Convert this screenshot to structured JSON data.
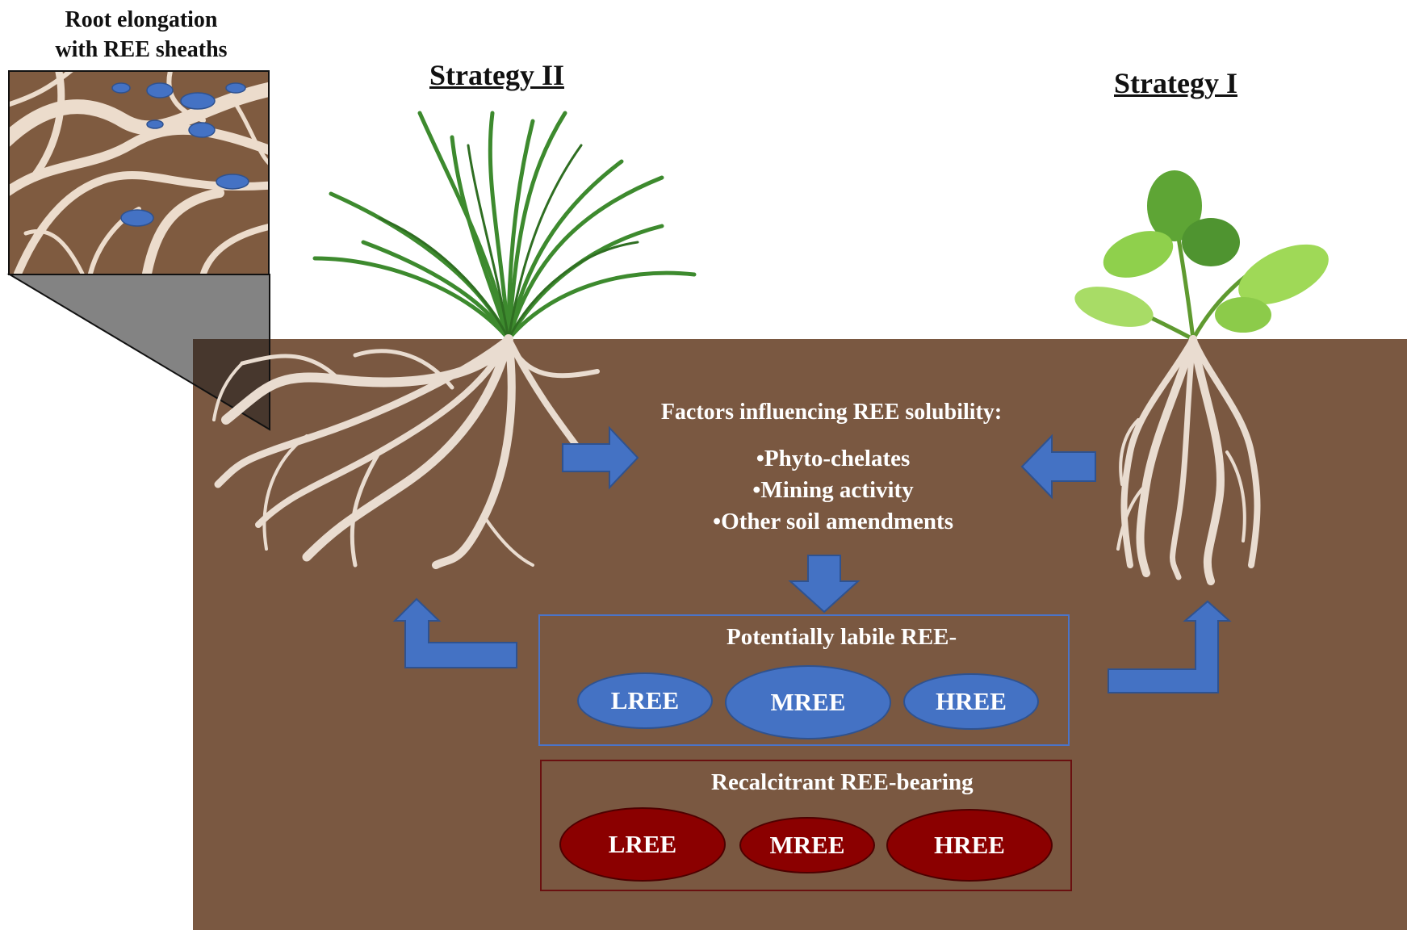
{
  "inset": {
    "title_line1": "Root elongation",
    "title_line2": "with REE sheaths"
  },
  "strategies": {
    "left_title": "Strategy II",
    "right_title": "Strategy I"
  },
  "factors": {
    "title": "Factors influencing REE solubility:",
    "items": [
      "•Phyto-chelates",
      "•Mining activity",
      "•Other soil amendments"
    ]
  },
  "labile": {
    "title": "Potentially labile REE-",
    "pools": [
      "LREE",
      "MREE",
      "HREE"
    ]
  },
  "recalcitrant": {
    "title": "Recalcitrant REE-bearing",
    "pools": [
      "LREE",
      "MREE",
      "HREE"
    ]
  },
  "colors": {
    "soil": "#7a5841",
    "arrow_blue": "#4472c4",
    "labile_ellipse": "#4472c4",
    "recalcitrant_ellipse": "#8b0000",
    "grass": "#3d8a2e",
    "leaf": "#7cc241",
    "root": "#e9dcd0"
  }
}
